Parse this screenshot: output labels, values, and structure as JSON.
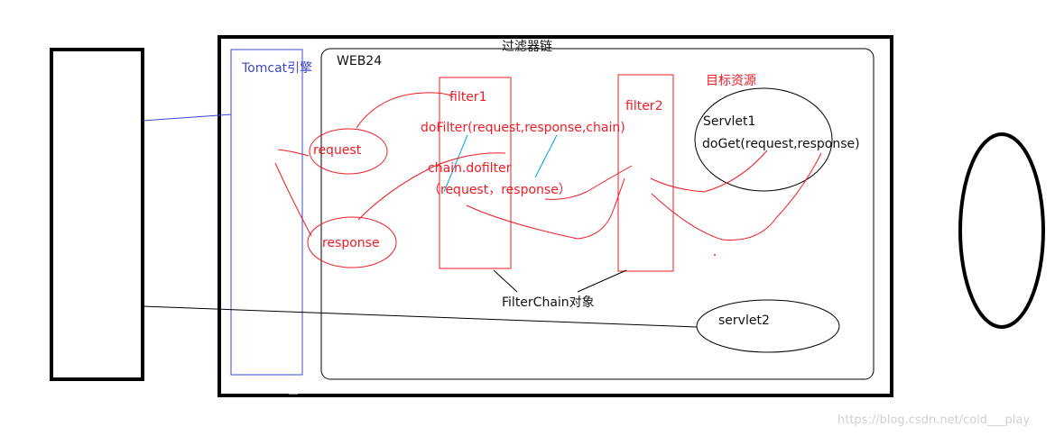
{
  "labels": {
    "filter_chain_title": "过滤器链",
    "tomcat_engine": "Tomcat引擎",
    "web_app": "WEB24",
    "target_resource": "目标资源",
    "filter1": "filter1",
    "filter2": "filter2",
    "do_filter_call": "doFilter(request,response,chain)",
    "chain_dofilter": "chain.dofilter",
    "chain_dofilter_args": "（request，response）",
    "request": "request",
    "response": "response",
    "servlet1_name": "Servlet1",
    "servlet1_method": "doGet(request,response)",
    "servlet2": "servlet2",
    "filter_chain_object": "FilterChain对象",
    "watermark": "https://blog.csdn.net/cold___play"
  },
  "colors": {
    "red": "#ee1c24",
    "blue": "#3f48cc",
    "cyan": "#00a2e8",
    "black": "#000000"
  }
}
